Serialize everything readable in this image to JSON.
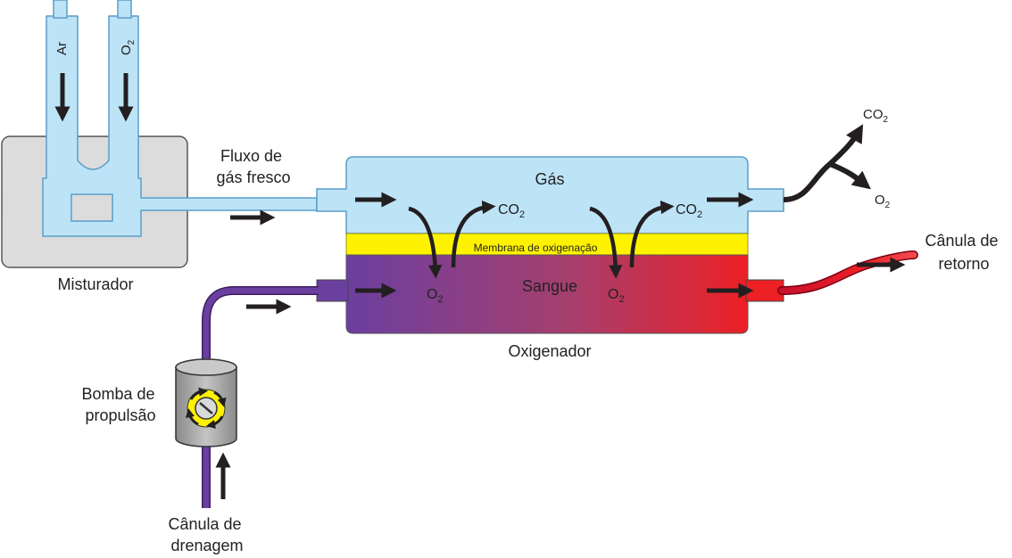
{
  "gas_inlets": {
    "ar": "Ar",
    "o2": "O",
    "o2_sub": "2"
  },
  "mixer": {
    "label": "Misturador"
  },
  "fresh_gas": {
    "line1": "Fluxo de",
    "line2": "gás fresco"
  },
  "oxygenator": {
    "gas_label": "Gás",
    "membrane_label": "Membrana de oxigenação",
    "blood_label": "Sangue",
    "label": "Oxigenador"
  },
  "molecules": {
    "co2": "CO",
    "o2": "O",
    "sub": "2"
  },
  "return_cannula": {
    "line1": "Cânula de",
    "line2": "retorno"
  },
  "pump": {
    "line1": "Bomba de",
    "line2": "propulsão"
  },
  "drain_cannula": {
    "line1": "Cânula de",
    "line2": "drenagem"
  },
  "colors": {
    "gas": "#bde3f6",
    "gas_stroke": "#5b9ec8",
    "membrane": "#fff200",
    "venous": "#6b3fa0",
    "arterial": "#ed2024",
    "mixer_box": "#dcdcdc",
    "pump_body": "#a7a7a7",
    "arrow": "#231f20"
  }
}
